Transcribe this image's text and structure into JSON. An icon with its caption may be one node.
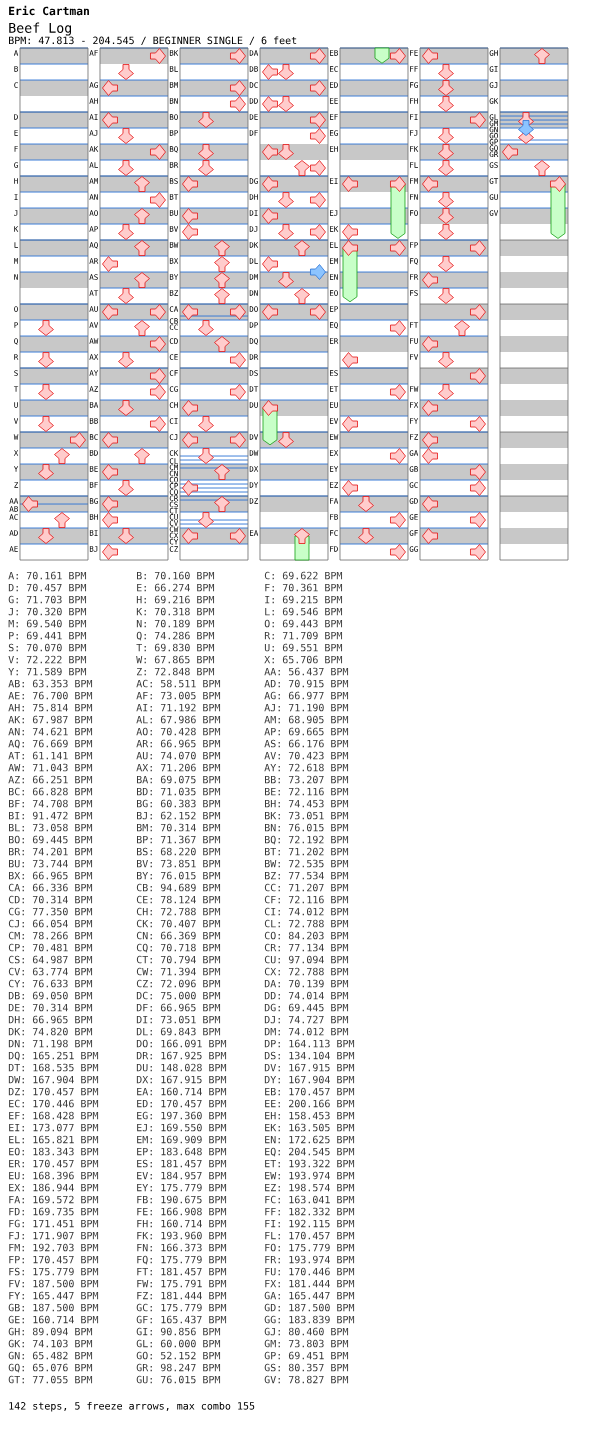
{
  "diagram": {
    "title": "Beef Log",
    "labels": [
      "Eric Cartman",
      "BPM: 47.813 - 204.545 / BEGINNER SINGLE / 6 feet",
      "A",
      "B",
      "C",
      "D",
      "E",
      "F",
      "G",
      "H",
      "I",
      "J",
      "K",
      "L",
      "M",
      "N",
      "O",
      "P",
      "Q",
      "R",
      "S",
      "T",
      "U",
      "V",
      "W",
      "X",
      "Y",
      "Z",
      "AA",
      "AB",
      "AC",
      "AD",
      "AE",
      "AF",
      "AG",
      "AH",
      "AI",
      "AJ",
      "AK",
      "AL",
      "AM",
      "AN",
      "AO",
      "AP",
      "AQ",
      "AR",
      "AS",
      "AT",
      "AU",
      "AV",
      "AW",
      "AX",
      "AY",
      "AZ",
      "BA",
      "BB",
      "BC",
      "BD",
      "BE",
      "BF",
      "BG",
      "BH",
      "BI",
      "BJ",
      "BK",
      "BL",
      "BM",
      "BN",
      "BO",
      "BP",
      "BQ",
      "BR",
      "BS",
      "BT",
      "BU",
      "BV",
      "BW",
      "BX",
      "BY",
      "BZ",
      "CA",
      "CB",
      "CC",
      "CD",
      "CE",
      "CF",
      "CG",
      "CH",
      "CI",
      "CJ",
      "CK",
      "CL",
      "CM",
      "CN",
      "CO",
      "CP",
      "CQ",
      "CR",
      "CS",
      "CT",
      "CU",
      "CV",
      "CW",
      "CX",
      "CY",
      "CZ",
      "DA",
      "DB",
      "DC",
      "DD",
      "DE",
      "DF",
      "DG",
      "DH",
      "DI",
      "DJ",
      "DK",
      "DL",
      "DM",
      "DN",
      "DO",
      "DP",
      "DQ",
      "DR",
      "DS",
      "DT",
      "DU",
      "DV",
      "DW",
      "DX",
      "DY",
      "DZ",
      "EA",
      "EB",
      "EC",
      "ED",
      "EE",
      "EF",
      "EG",
      "EH",
      "EI",
      "EJ",
      "EK",
      "EL",
      "EM",
      "EN",
      "EO",
      "EP",
      "EQ",
      "ER",
      "ES",
      "ET",
      "EU",
      "EV",
      "EW",
      "EX",
      "EY",
      "EZ",
      "FA",
      "FB",
      "FC",
      "FD",
      "FE",
      "FF",
      "FG",
      "FH",
      "FI",
      "FJ",
      "FK",
      "FL",
      "FM",
      "FN",
      "FO",
      "FP",
      "FQ",
      "FR",
      "FS",
      "FT",
      "FU",
      "FV",
      "FW",
      "FX",
      "FY",
      "FZ",
      "GA",
      "GB",
      "GC",
      "GD",
      "GE",
      "GF",
      "GG",
      "GH",
      "GI",
      "GJ",
      "GK",
      "GL",
      "GM",
      "GN",
      "GO",
      "GP",
      "GQ",
      "GR",
      "GS",
      "GT",
      "GU",
      "GV",
      "A: 70.161 BPM",
      "B: 70.160 BPM",
      "C: 69.622 BPM",
      "D: 70.457 BPM",
      "E: 66.274 BPM",
      "F: 70.361 BPM",
      "G: 71.703 BPM",
      "H: 69.216 BPM",
      "I: 69.215 BPM",
      "J: 70.320 BPM",
      "K: 70.318 BPM",
      "L: 69.546 BPM",
      "M: 69.540 BPM",
      "N: 70.189 BPM",
      "O: 69.443 BPM",
      "P: 69.441 BPM",
      "Q: 74.286 BPM",
      "R: 71.709 BPM",
      "S: 70.070 BPM",
      "T: 69.830 BPM",
      "U: 69.551 BPM",
      "V: 72.222 BPM",
      "W: 67.865 BPM",
      "X: 65.706 BPM",
      "Y: 71.589 BPM",
      "Z: 72.848 BPM",
      "AA: 56.437 BPM",
      "AB: 63.353 BPM",
      "AC: 58.511 BPM",
      "AD: 70.915 BPM",
      "AE: 76.700 BPM",
      "AF: 73.005 BPM",
      "AG: 66.977 BPM",
      "AH: 75.814 BPM",
      "AI: 71.192 BPM",
      "AJ: 71.190 BPM",
      "AK: 67.987 BPM",
      "AL: 67.986 BPM",
      "AM: 68.905 BPM",
      "AN: 74.621 BPM",
      "AO: 70.428 BPM",
      "AP: 69.665 BPM",
      "AQ: 76.669 BPM",
      "AR: 66.965 BPM",
      "AS: 66.176 BPM",
      "AT: 61.141 BPM",
      "AU: 74.070 BPM",
      "AV: 70.423 BPM",
      "AW: 71.043 BPM",
      "AX: 71.206 BPM",
      "AY: 72.618 BPM",
      "AZ: 66.251 BPM",
      "BA: 69.075 BPM",
      "BB: 73.207 BPM",
      "BC: 66.828 BPM",
      "BD: 71.035 BPM",
      "BE: 72.116 BPM",
      "BF: 74.708 BPM",
      "BG: 60.383 BPM",
      "BH: 74.453 BPM",
      "BI: 91.472 BPM",
      "BJ: 62.152 BPM",
      "BK: 73.051 BPM",
      "BL: 73.058 BPM",
      "BM: 70.314 BPM",
      "BN: 76.015 BPM",
      "BO: 69.445 BPM",
      "BP: 71.367 BPM",
      "BQ: 72.192 BPM",
      "BR: 74.201 BPM",
      "BS: 68.220 BPM",
      "BT: 71.202 BPM",
      "BU: 73.744 BPM",
      "BV: 73.851 BPM",
      "BW: 72.535 BPM",
      "BX: 66.965 BPM",
      "BY: 76.015 BPM",
      "BZ: 77.534 BPM",
      "CA: 66.336 BPM",
      "CB: 94.689 BPM",
      "CC: 71.207 BPM",
      "CD: 70.314 BPM",
      "CE: 78.124 BPM",
      "CF: 72.116 BPM",
      "CG: 77.350 BPM",
      "CH: 72.788 BPM",
      "CI: 74.012 BPM",
      "CJ: 66.054 BPM",
      "CK: 70.407 BPM",
      "CL: 72.788 BPM",
      "CM: 78.266 BPM",
      "CN: 66.369 BPM",
      "CO: 84.203 BPM",
      "CP: 70.481 BPM",
      "CQ: 70.718 BPM",
      "CR: 77.134 BPM",
      "CS: 64.987 BPM",
      "CT: 70.794 BPM",
      "CU: 97.094 BPM",
      "CV: 63.774 BPM",
      "CW: 71.394 BPM",
      "CX: 72.788 BPM",
      "CY: 76.633 BPM",
      "CZ: 72.096 BPM",
      "DA: 70.139 BPM",
      "DB: 69.050 BPM",
      "DC: 75.000 BPM",
      "DD: 74.014 BPM",
      "DE: 70.314 BPM",
      "DF: 66.965 BPM",
      "DG: 69.445 BPM",
      "DH: 66.965 BPM",
      "DI: 73.051 BPM",
      "DJ: 74.727 BPM",
      "DK: 74.820 BPM",
      "DL: 69.843 BPM",
      "DM: 74.012 BPM",
      "DN: 71.198 BPM",
      "DO: 166.091 BPM",
      "DP: 164.113 BPM",
      "DQ: 165.251 BPM",
      "DR: 167.925 BPM",
      "DS: 134.104 BPM",
      "DT: 168.535 BPM",
      "DU: 148.028 BPM",
      "DV: 167.915 BPM",
      "DW: 167.904 BPM",
      "DX: 167.915 BPM",
      "DY: 167.904 BPM",
      "DZ: 170.457 BPM",
      "EA: 160.714 BPM",
      "EB: 170.457 BPM",
      "EC: 170.446 BPM",
      "ED: 170.457 BPM",
      "EE: 200.166 BPM",
      "EF: 168.428 BPM",
      "EG: 197.360 BPM",
      "EH: 158.453 BPM",
      "EI: 173.077 BPM",
      "EJ: 169.550 BPM",
      "EK: 163.505 BPM",
      "EL: 165.821 BPM",
      "EM: 169.909 BPM",
      "EN: 172.625 BPM",
      "EO: 183.343 BPM",
      "EP: 183.648 BPM",
      "EQ: 204.545 BPM",
      "ER: 170.457 BPM",
      "ES: 181.457 BPM",
      "ET: 193.322 BPM",
      "EU: 168.396 BPM",
      "EV: 184.957 BPM",
      "EW: 193.974 BPM",
      "EX: 186.944 BPM",
      "EY: 175.779 BPM",
      "EZ: 198.574 BPM",
      "FA: 169.572 BPM",
      "FB: 190.675 BPM",
      "FC: 163.041 BPM",
      "FD: 169.735 BPM",
      "FE: 166.908 BPM",
      "FF: 182.332 BPM",
      "FG: 171.451 BPM",
      "FH: 160.714 BPM",
      "FI: 192.115 BPM",
      "FJ: 171.907 BPM",
      "FK: 193.960 BPM",
      "FL: 170.457 BPM",
      "FM: 192.703 BPM",
      "FN: 166.373 BPM",
      "FO: 175.779 BPM",
      "FP: 170.457 BPM",
      "FQ: 175.779 BPM",
      "FR: 193.974 BPM",
      "FS: 175.779 BPM",
      "FT: 181.457 BPM",
      "FU: 170.446 BPM",
      "FV: 187.500 BPM",
      "FW: 175.791 BPM",
      "FX: 181.444 BPM",
      "FY: 165.447 BPM",
      "FZ: 181.444 BPM",
      "GA: 165.447 BPM",
      "GB: 187.500 BPM",
      "GC: 175.779 BPM",
      "GD: 187.500 BPM",
      "GE: 160.714 BPM",
      "GF: 165.437 BPM",
      "GG: 183.839 BPM",
      "GH: 89.094 BPM",
      "GI: 90.856 BPM",
      "GJ: 80.460 BPM",
      "GK: 74.103 BPM",
      "GL: 60.000 BPM",
      "GM: 73.803 BPM",
      "GN: 65.482 BPM",
      "GO: 52.152 BPM",
      "GP: 69.451 BPM",
      "GQ: 65.076 BPM",
      "GR: 98.247 BPM",
      "GS: 80.357 BPM",
      "GT: 77.055 BPM",
      "GU: 76.015 BPM",
      "GV: 78.827 BPM",
      "142 steps, 5 freeze arrows, max combo 155"
    ]
  }
}
